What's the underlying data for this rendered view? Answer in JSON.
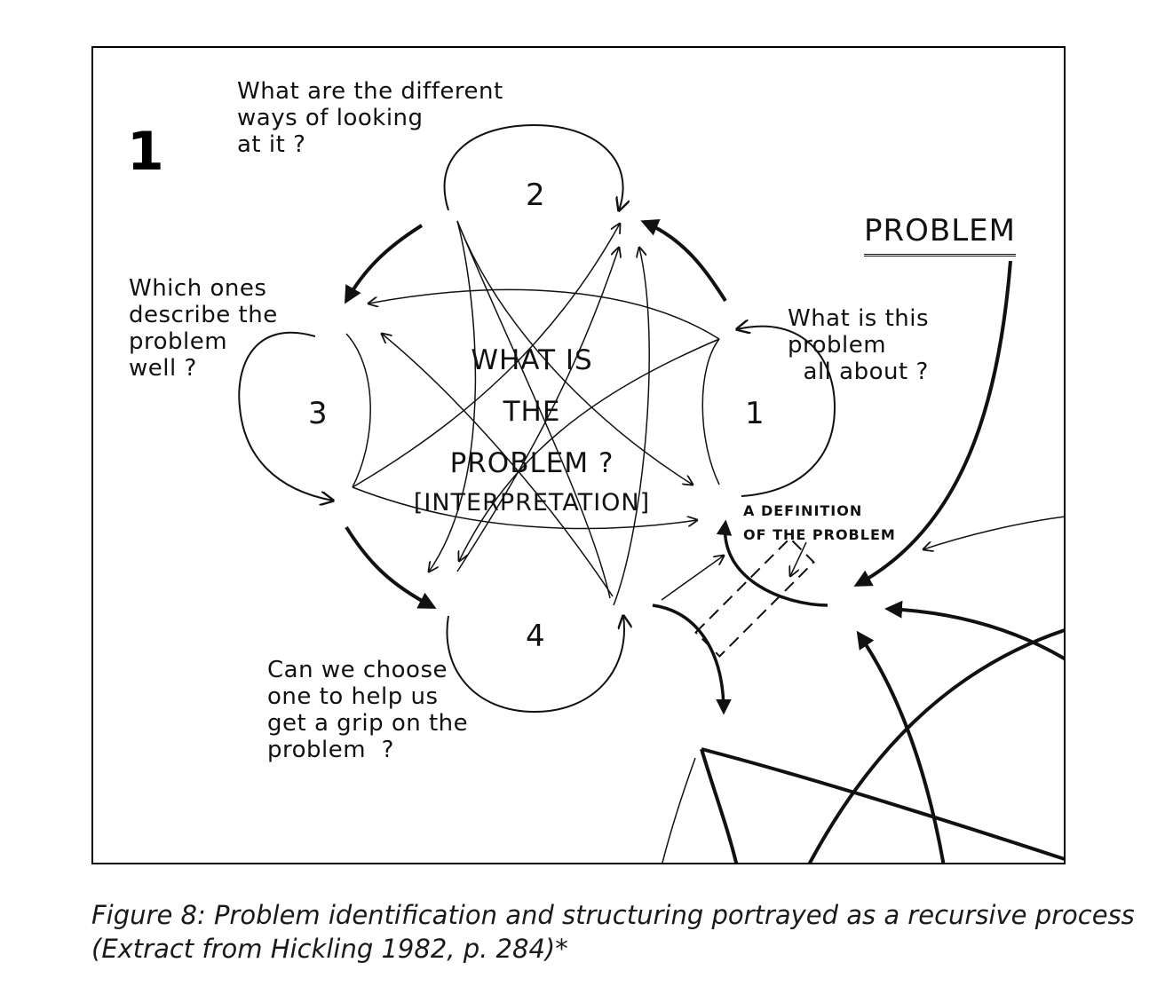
{
  "panel_number": "1",
  "nodes": {
    "n1": "1",
    "n2": "2",
    "n3": "3",
    "n4": "4"
  },
  "questions": {
    "q2": "What are the different\nways of looking\nat it ?",
    "q3": "Which ones\ndescribe the\nproblem\nwell ?",
    "q1": "What is this\nproblem\n  all about ?",
    "q4": "Can we choose\none to help us\nget a grip on the\nproblem  ?"
  },
  "center": {
    "line1": "WHAT IS",
    "line2": "THE",
    "line3": "PROBLEM ?",
    "line4": "[INTERPRETATION]"
  },
  "problem_label": "PROBLEM",
  "definition_label": "A DEFINITION\nOF THE PROBLEM",
  "caption": "Figure 8: Problem identification and structuring portrayed as a recursive process\n(Extract from Hickling 1982, p. 284)*"
}
